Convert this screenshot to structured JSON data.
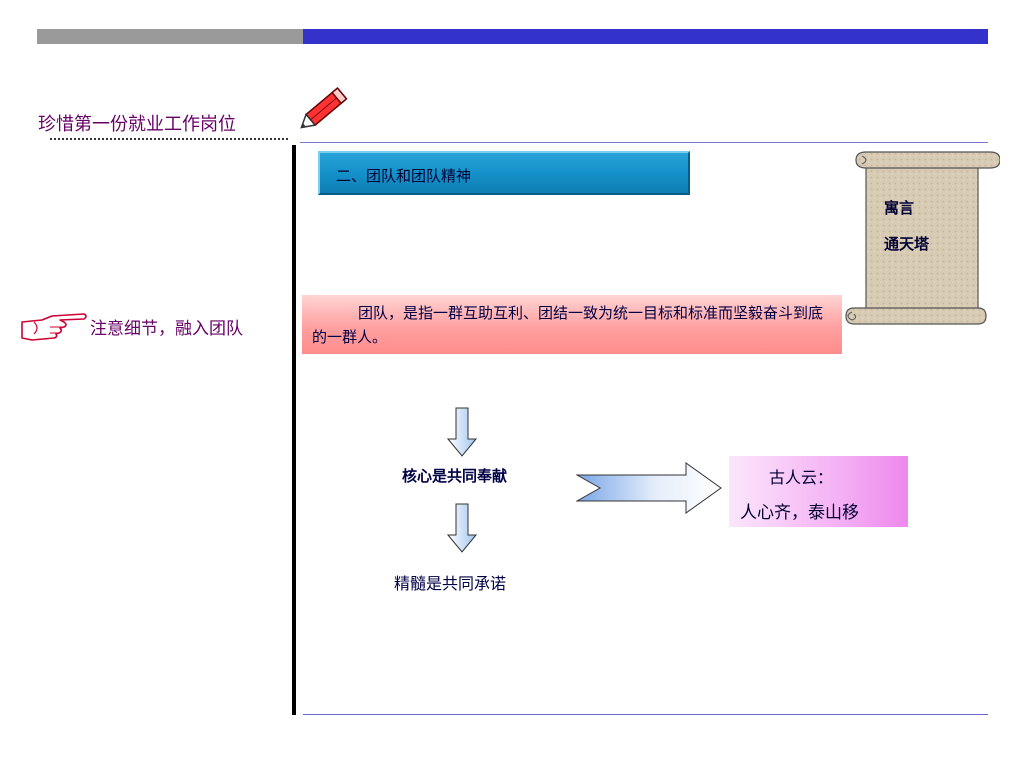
{
  "header": {
    "title": "珍惜第一份就业工作岗位",
    "side_note": "注意细节，融入团队"
  },
  "section": {
    "heading": "二、团队和团队精神"
  },
  "definition": {
    "text": "团队，是指一群互助互利、团结一致为统一目标和标准而坚毅奋斗到底的一群人。"
  },
  "scroll": {
    "line1": "寓言",
    "line2": "通天塔"
  },
  "flow": {
    "core": "核心是共同奉献",
    "essence": "精髓是共同承诺"
  },
  "quote": {
    "line1": "古人云：",
    "line2": "人心齐，泰山移"
  },
  "colors": {
    "bar_gray": "#9a9a9a",
    "bar_blue": "#3333cc",
    "title_purple": "#660066",
    "section_blue": "#1591c9",
    "definition_pink": "#ffa0a0",
    "quote_magenta": "#f4b2f4"
  },
  "icons": {
    "pencil": "pencil-icon",
    "hand": "pointing-hand-icon",
    "scroll": "scroll-icon"
  }
}
